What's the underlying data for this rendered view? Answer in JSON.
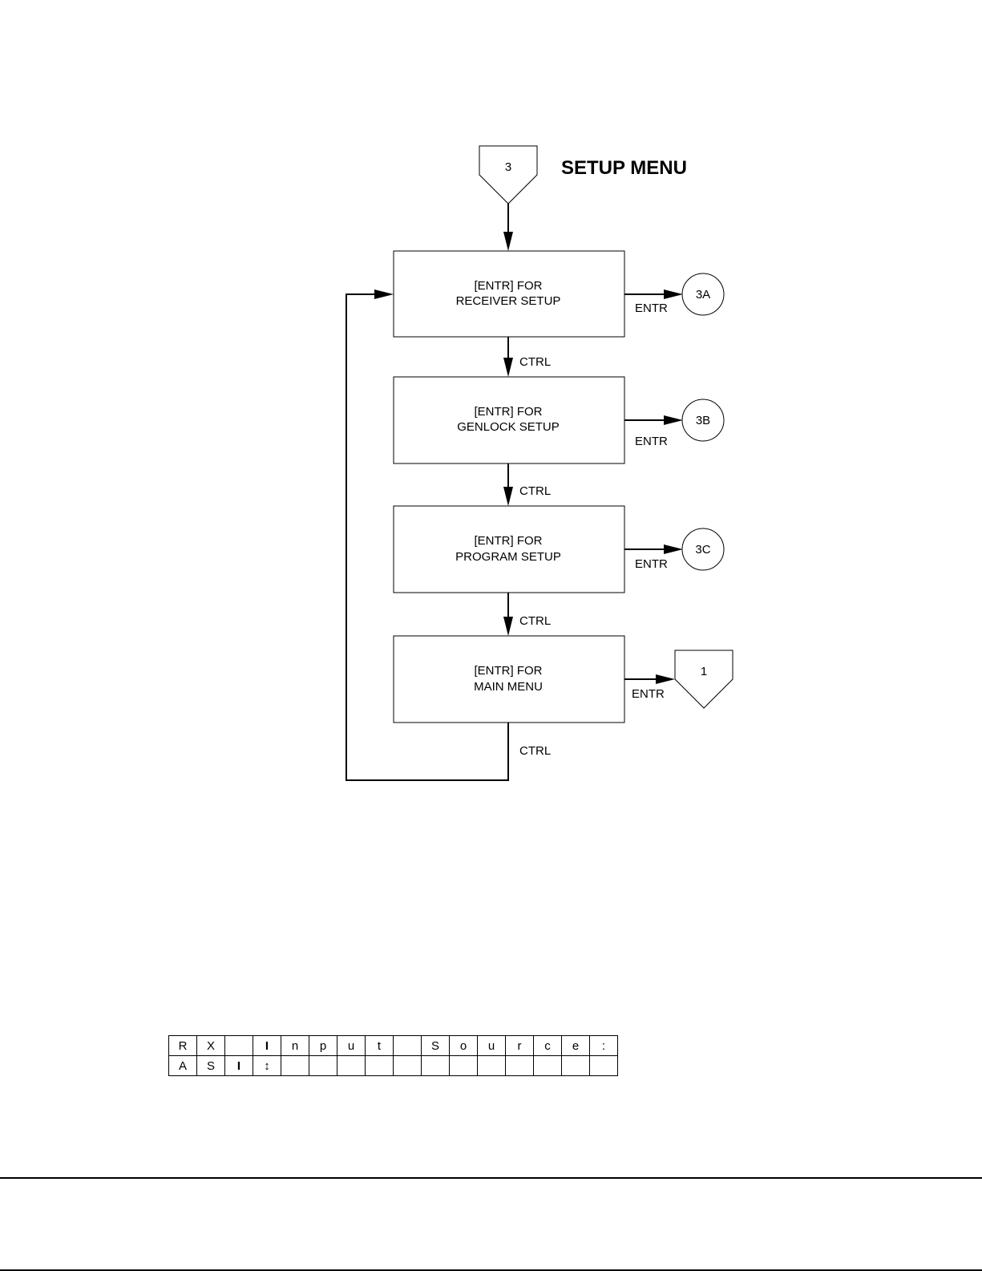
{
  "title": "SETUP MENU",
  "entry_connector": "3",
  "blocks": [
    {
      "line1": "[ENTR] FOR",
      "line2": "RECEIVER  SETUP",
      "exit_label": "ENTR",
      "target": "3A"
    },
    {
      "line1": "[ENTR] FOR",
      "line2": "GENLOCK SETUP",
      "exit_label": "ENTR",
      "target": "3B"
    },
    {
      "line1": "[ENTR] FOR",
      "line2": "PROGRAM SETUP",
      "exit_label": "ENTR",
      "target": "3C"
    },
    {
      "line1": "[ENTR] FOR",
      "line2": "MAIN MENU",
      "exit_label": "ENTR",
      "target": "1"
    }
  ],
  "ctrl_labels": [
    "CTRL",
    "CTRL",
    "CTRL",
    "CTRL"
  ],
  "lcd": {
    "row1": [
      "R",
      "X",
      "",
      "I",
      "n",
      "p",
      "u",
      "t",
      "",
      "S",
      "o",
      "u",
      "r",
      "c",
      "e",
      ":"
    ],
    "row2": [
      "A",
      "S",
      "I",
      "↕",
      "",
      "",
      "",
      "",
      "",
      "",
      "",
      "",
      "",
      "",
      "",
      ""
    ]
  }
}
